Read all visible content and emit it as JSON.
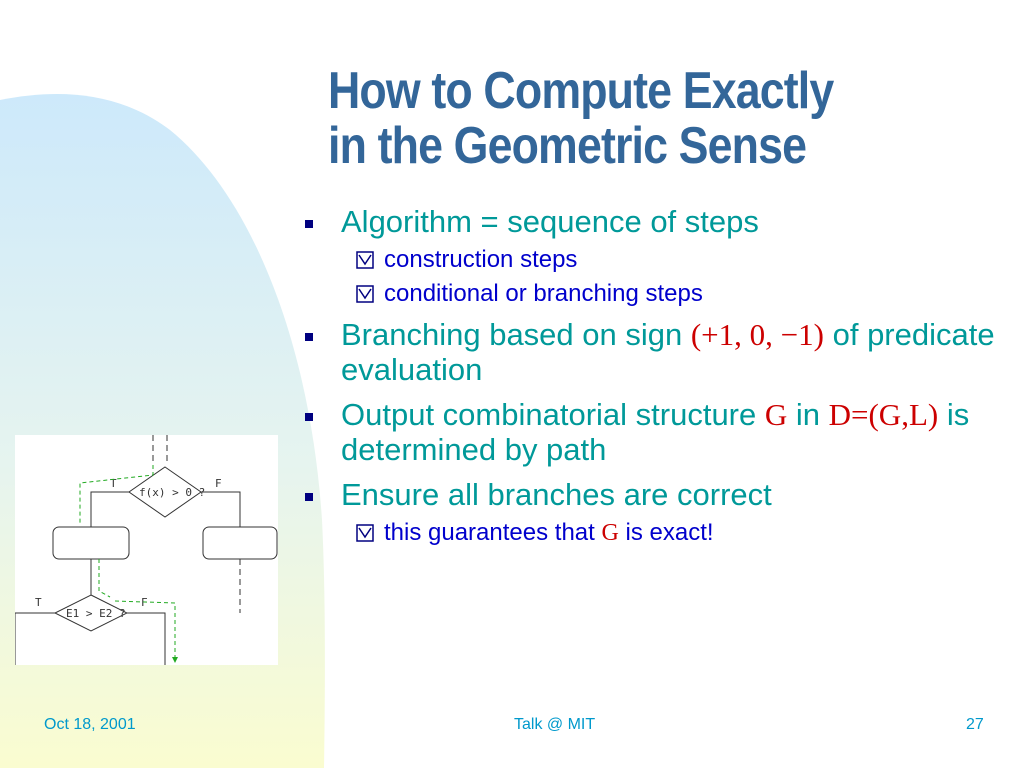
{
  "slide": {
    "title_line1": "How to Compute Exactly",
    "title_line2": "in the Geometric Sense",
    "bullets": [
      {
        "text": "Algorithm = sequence of steps",
        "sub": [
          "construction steps",
          "conditional or branching steps"
        ]
      },
      {
        "text_a": "Branching based on sign ",
        "math": "(+1, 0, −1)",
        "text_b": " of predicate evaluation"
      },
      {
        "text_a": "Output combinatorial structure ",
        "math_g": "G",
        "text_b": " in ",
        "math_d": "D=(G,L)",
        "text_c": " is determined by path"
      },
      {
        "text": "Ensure all branches are correct",
        "sub_a": "this guarantees that ",
        "sub_g": "G",
        "sub_b": " is exact!"
      }
    ],
    "diagram": {
      "top_test": "f(x) > 0 ?",
      "bottom_test": "E1 > E2 ?",
      "true_label": "T",
      "false_label": "F"
    },
    "footer": {
      "date": "Oct 18, 2001",
      "venue": "Talk @ MIT",
      "page": "27"
    },
    "colors": {
      "title": "#336699",
      "bullet_text": "#009999",
      "sub_text": "#0000cc",
      "math": "#cc0000",
      "footer": "#0099cc"
    }
  }
}
